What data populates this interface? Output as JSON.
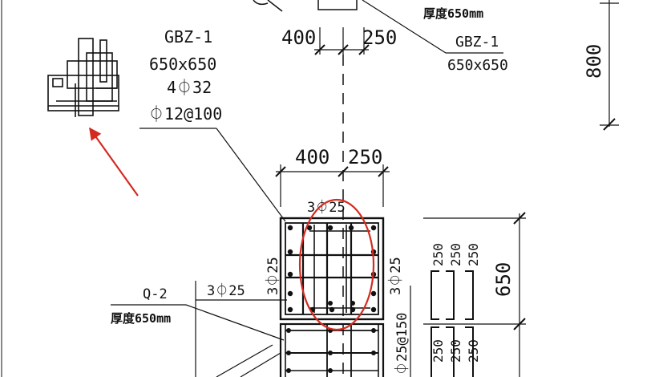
{
  "colors": {
    "background": "#ffffff",
    "linework": "#111111",
    "markup": "#d42a20"
  },
  "labels": {
    "top_thickness": "厚度650mm",
    "top_dim_400": "400",
    "top_dim_250": "250",
    "top_callout_name": "GBZ-1",
    "top_callout_size": "650x650",
    "right_dim_800": "800",
    "column_name": "GBZ-1",
    "column_size": "650x650",
    "column_main_bars": "4⏀32",
    "column_stirrups": "⏀12@100",
    "mid_dim_400": "400",
    "mid_dim_250": "250",
    "bars_top": "3⏀25",
    "bars_left": "3⏀25",
    "bars_right": "3⏀25",
    "bars_wall": "3⏀25",
    "wall_name": "Q-2",
    "wall_thickness": "厚度650mm",
    "wall_stirrups": "⏀25@150",
    "right_dim_650": "650",
    "stirrup_dims_top": [
      "250",
      "250",
      "250"
    ],
    "stirrup_dims_bottom": [
      "250",
      "250",
      "250"
    ]
  }
}
